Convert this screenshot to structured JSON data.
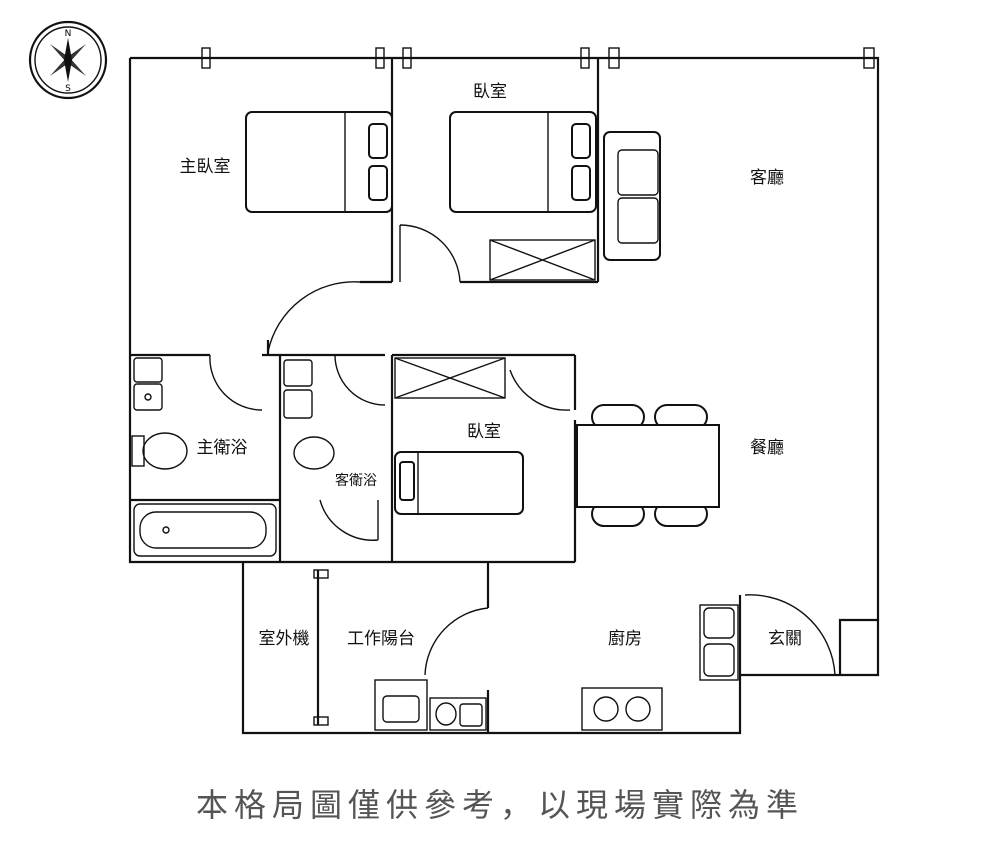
{
  "compass": {
    "north": "N",
    "south": "S"
  },
  "rooms": {
    "master_bedroom": "主臥室",
    "bedroom_top": "臥室",
    "living_room": "客廳",
    "master_bath": "主衛浴",
    "guest_bath": "客衛浴",
    "bedroom_middle": "臥室",
    "dining_room": "餐廳",
    "outdoor_unit": "室外機",
    "service_balcony": "工作陽台",
    "kitchen": "廚房",
    "entrance": "玄關"
  },
  "footer": "本格局圖僅供參考，以現場實際為準"
}
